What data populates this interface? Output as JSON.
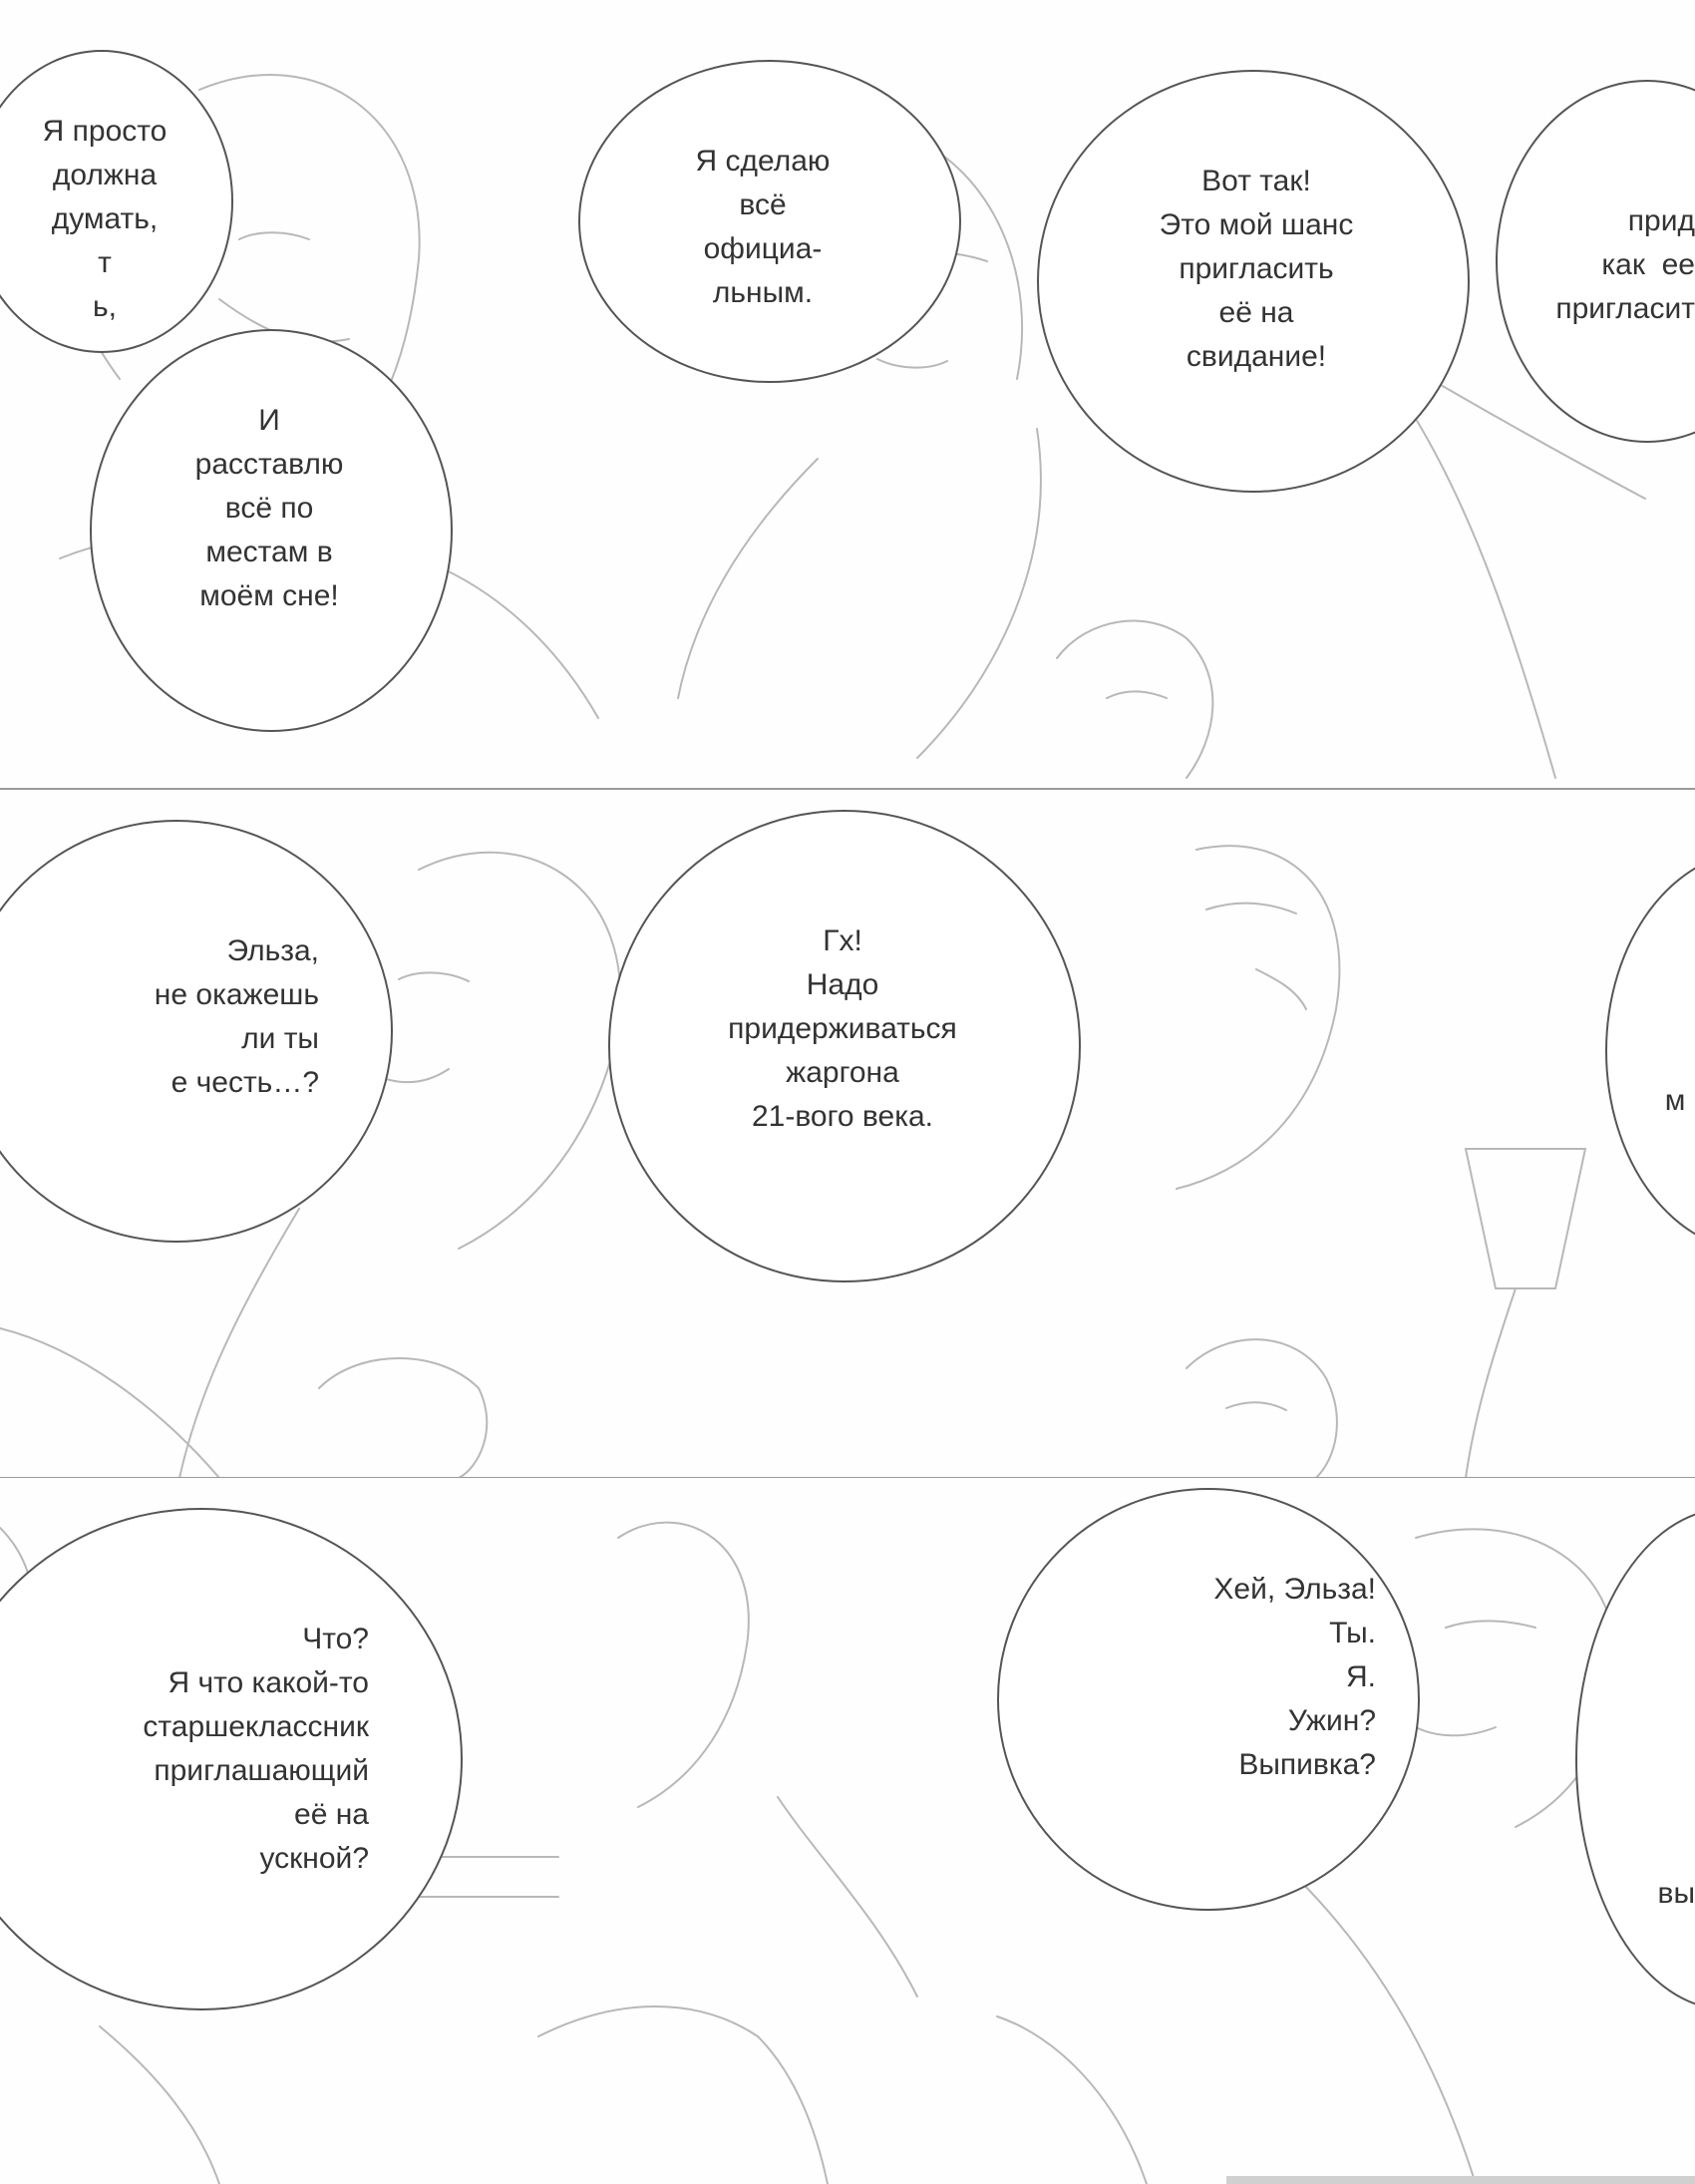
{
  "panels": [
    {
      "bubbles": [
        {
          "id": "b1",
          "text": "Я просто\nдолжна\nдумать,\nт\nь,"
        },
        {
          "id": "b2",
          "text": "Я сделаю\nвсё\nофициа-\nльным."
        },
        {
          "id": "b3",
          "text": "И\nрасставлю\nвсё по\nместам в\nмоём сне!"
        },
        {
          "id": "b4",
          "text": "Вот так!\nЭто мой шанс\nпригласить\nеё на\nсвидание!"
        },
        {
          "id": "b5",
          "text": "прид\nкак  ее\nпригласит"
        }
      ]
    },
    {
      "bubbles": [
        {
          "id": "b6",
          "text": "Эльза,\nне окажешь\nли ты\nе честь…?"
        },
        {
          "id": "b7",
          "text": "Гх!\nНадо\nпридерживаться\nжаргона\n21-вого века."
        },
        {
          "id": "b8",
          "text": "м"
        }
      ]
    },
    {
      "bubbles": [
        {
          "id": "b9",
          "text": "Что?\nЯ что какой-то\nстаршеклассник\nприглашающий\nеё на\nускной?"
        },
        {
          "id": "b10",
          "text": "Хей, Эльза!\nТы.\nЯ.\nУжин?\nВыпивка?"
        },
        {
          "id": "b11",
          "text": "вы"
        }
      ]
    }
  ]
}
